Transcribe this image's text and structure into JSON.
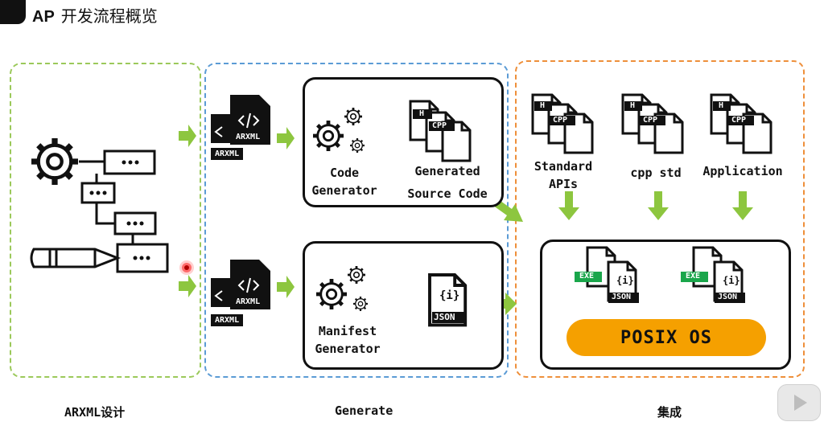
{
  "header": {
    "title_bold": "AP",
    "title_rest": "开发流程概览"
  },
  "panels": {
    "arxml": {
      "caption": "ARXML设计"
    },
    "generate": {
      "caption": "Generate"
    },
    "integrate": {
      "caption": "集成"
    }
  },
  "generate": {
    "file_tag": "ARXML",
    "file_inner": "ARXML",
    "code_gen": {
      "line1": "Code",
      "line2": "Generator"
    },
    "gen_src": {
      "line1": "Generated",
      "line2": "Source Code"
    },
    "manifest_gen": {
      "line1": "Manifest",
      "line2": "Generator"
    },
    "json_label": "JSON",
    "h_tag": "H",
    "cpp_tag": "CPP"
  },
  "integrate": {
    "standard_apis": {
      "line1": "Standard",
      "line2": "APIs"
    },
    "cpp_std": "cpp std",
    "application": "Application",
    "exe_tag": "EXE",
    "json_label": "JSON",
    "posix": "POSIX OS"
  },
  "colors": {
    "green_dash": "#9bc95a",
    "blue_dash": "#5b9bd5",
    "orange_dash": "#ee8f3a",
    "arrow": "#8dc63f",
    "posix": "#f5a000"
  }
}
